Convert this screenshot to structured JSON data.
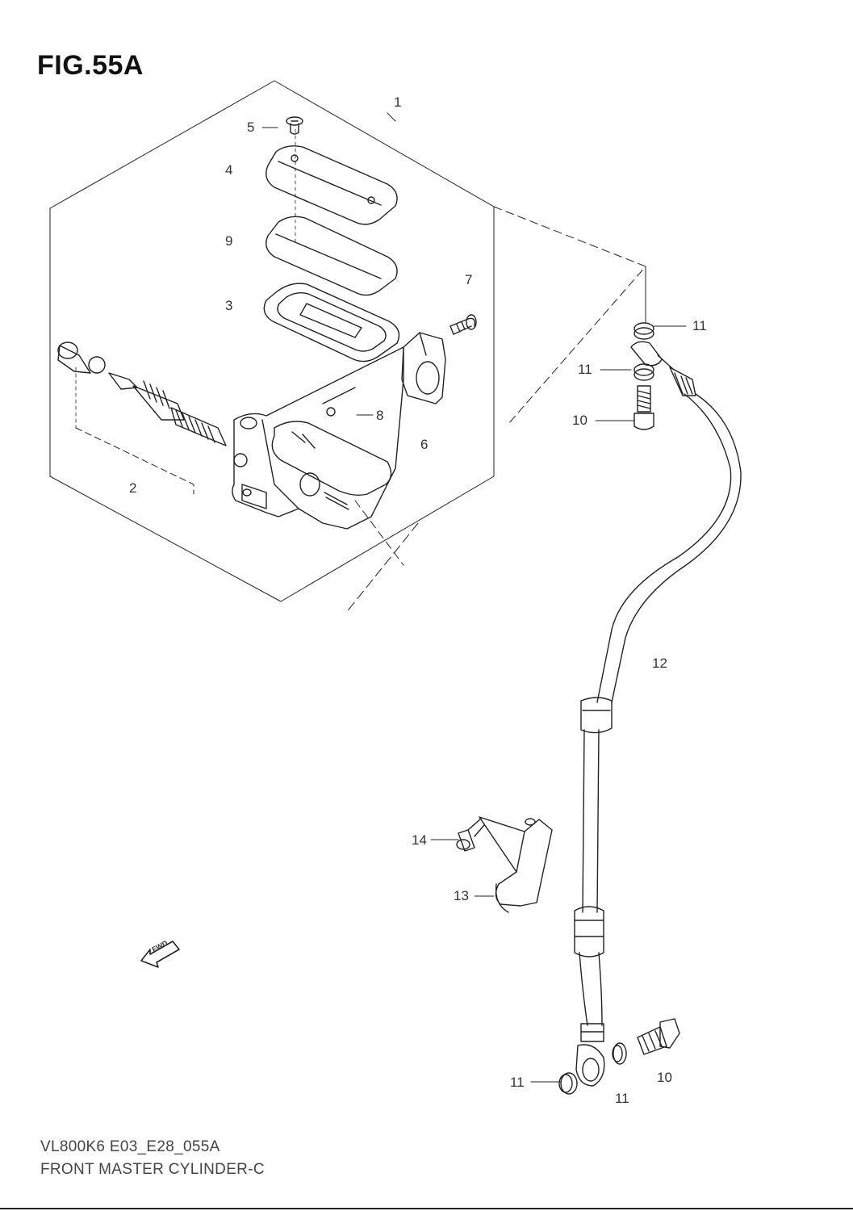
{
  "figure": {
    "title": "FIG.55A",
    "code": "VL800K6 E03_E28_055A",
    "name": "FRONT MASTER CYLINDER-C"
  },
  "callouts": [
    {
      "id": "c1",
      "text": "1"
    },
    {
      "id": "c2",
      "text": "2"
    },
    {
      "id": "c3",
      "text": "3"
    },
    {
      "id": "c4",
      "text": "4"
    },
    {
      "id": "c5",
      "text": "5"
    },
    {
      "id": "c6",
      "text": "6"
    },
    {
      "id": "c7",
      "text": "7"
    },
    {
      "id": "c8",
      "text": "8"
    },
    {
      "id": "c9",
      "text": "9"
    },
    {
      "id": "c10a",
      "text": "10"
    },
    {
      "id": "c10b",
      "text": "10"
    },
    {
      "id": "c11a",
      "text": "11"
    },
    {
      "id": "c11b",
      "text": "11"
    },
    {
      "id": "c11c",
      "text": "11"
    },
    {
      "id": "c11d",
      "text": "11"
    },
    {
      "id": "c12",
      "text": "12"
    },
    {
      "id": "c13",
      "text": "13"
    },
    {
      "id": "c14",
      "text": "14"
    }
  ],
  "fwd_arrow": {
    "text": "FWD"
  }
}
